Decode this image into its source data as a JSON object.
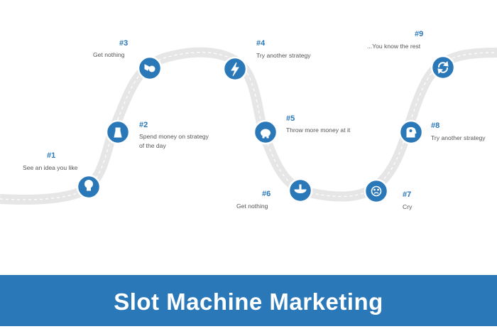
{
  "title": "Slot Machine Marketing",
  "steps": [
    {
      "num": "#1",
      "lines": [
        "See an idea you like"
      ],
      "icon": "lightbulb-icon"
    },
    {
      "num": "#2",
      "lines": [
        "Spend money on strategy",
        "of the day"
      ],
      "icon": "money-bag-icon"
    },
    {
      "num": "#3",
      "lines": [
        "Get nothing"
      ],
      "icon": "money-hand-icon"
    },
    {
      "num": "#4",
      "lines": [
        "Try another strategy"
      ],
      "icon": "lightning-icon"
    },
    {
      "num": "#5",
      "lines": [
        "Throw more money at it"
      ],
      "icon": "piggy-bank-icon"
    },
    {
      "num": "#6",
      "lines": [
        "Get nothing"
      ],
      "icon": "empty-bowl-icon"
    },
    {
      "num": "#7",
      "lines": [
        "Cry"
      ],
      "icon": "sad-face-icon"
    },
    {
      "num": "#8",
      "lines": [
        "Try another strategy"
      ],
      "icon": "head-gears-icon"
    },
    {
      "num": "#9",
      "lines": [
        "...You know the rest"
      ],
      "icon": "refresh-icon"
    }
  ],
  "colors": {
    "accent": "#2b78b9",
    "road": "#e6e6e6",
    "text": "#555555"
  }
}
